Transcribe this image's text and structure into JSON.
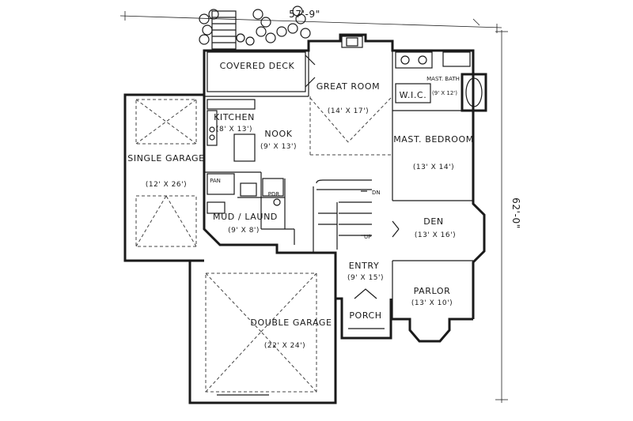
{
  "rooms": {
    "covered_deck": {
      "name": "COVERED DECK"
    },
    "great_room": {
      "name": "GREAT ROOM",
      "size": "(14' X 17')"
    },
    "wic": {
      "name": "W.I.C."
    },
    "mast_bath": {
      "name": "MAST. BATH",
      "size": "(9' X 12')"
    },
    "kitchen": {
      "name": "KITCHEN",
      "size": "(8' X 13')"
    },
    "nook": {
      "name": "NOOK",
      "size": "(9' X 13')"
    },
    "mast_bedroom": {
      "name": "MAST. BEDROOM",
      "size": "(13' X 14')"
    },
    "single_garage": {
      "name": "SINGLE GARAGE",
      "size": "(12' X 26')"
    },
    "pan": {
      "name": "PAN"
    },
    "pdr": {
      "name": "PDR"
    },
    "mud_laund": {
      "name": "MUD / LAUND",
      "size": "(9' X 8')"
    },
    "den": {
      "name": "DEN",
      "size": "(13' X 16')"
    },
    "entry": {
      "name": "ENTRY",
      "size": "(9' X 15')"
    },
    "parlor": {
      "name": "PARLOR",
      "size": "(13' X 10')"
    },
    "porch": {
      "name": "PORCH"
    },
    "double_garage": {
      "name": "DOUBLE GARAGE",
      "size": "(22' X 24')"
    }
  },
  "stairs": {
    "down": "DN",
    "up": "UP"
  },
  "dimensions": {
    "width": "57'-9\"",
    "depth": "62'-0\""
  }
}
